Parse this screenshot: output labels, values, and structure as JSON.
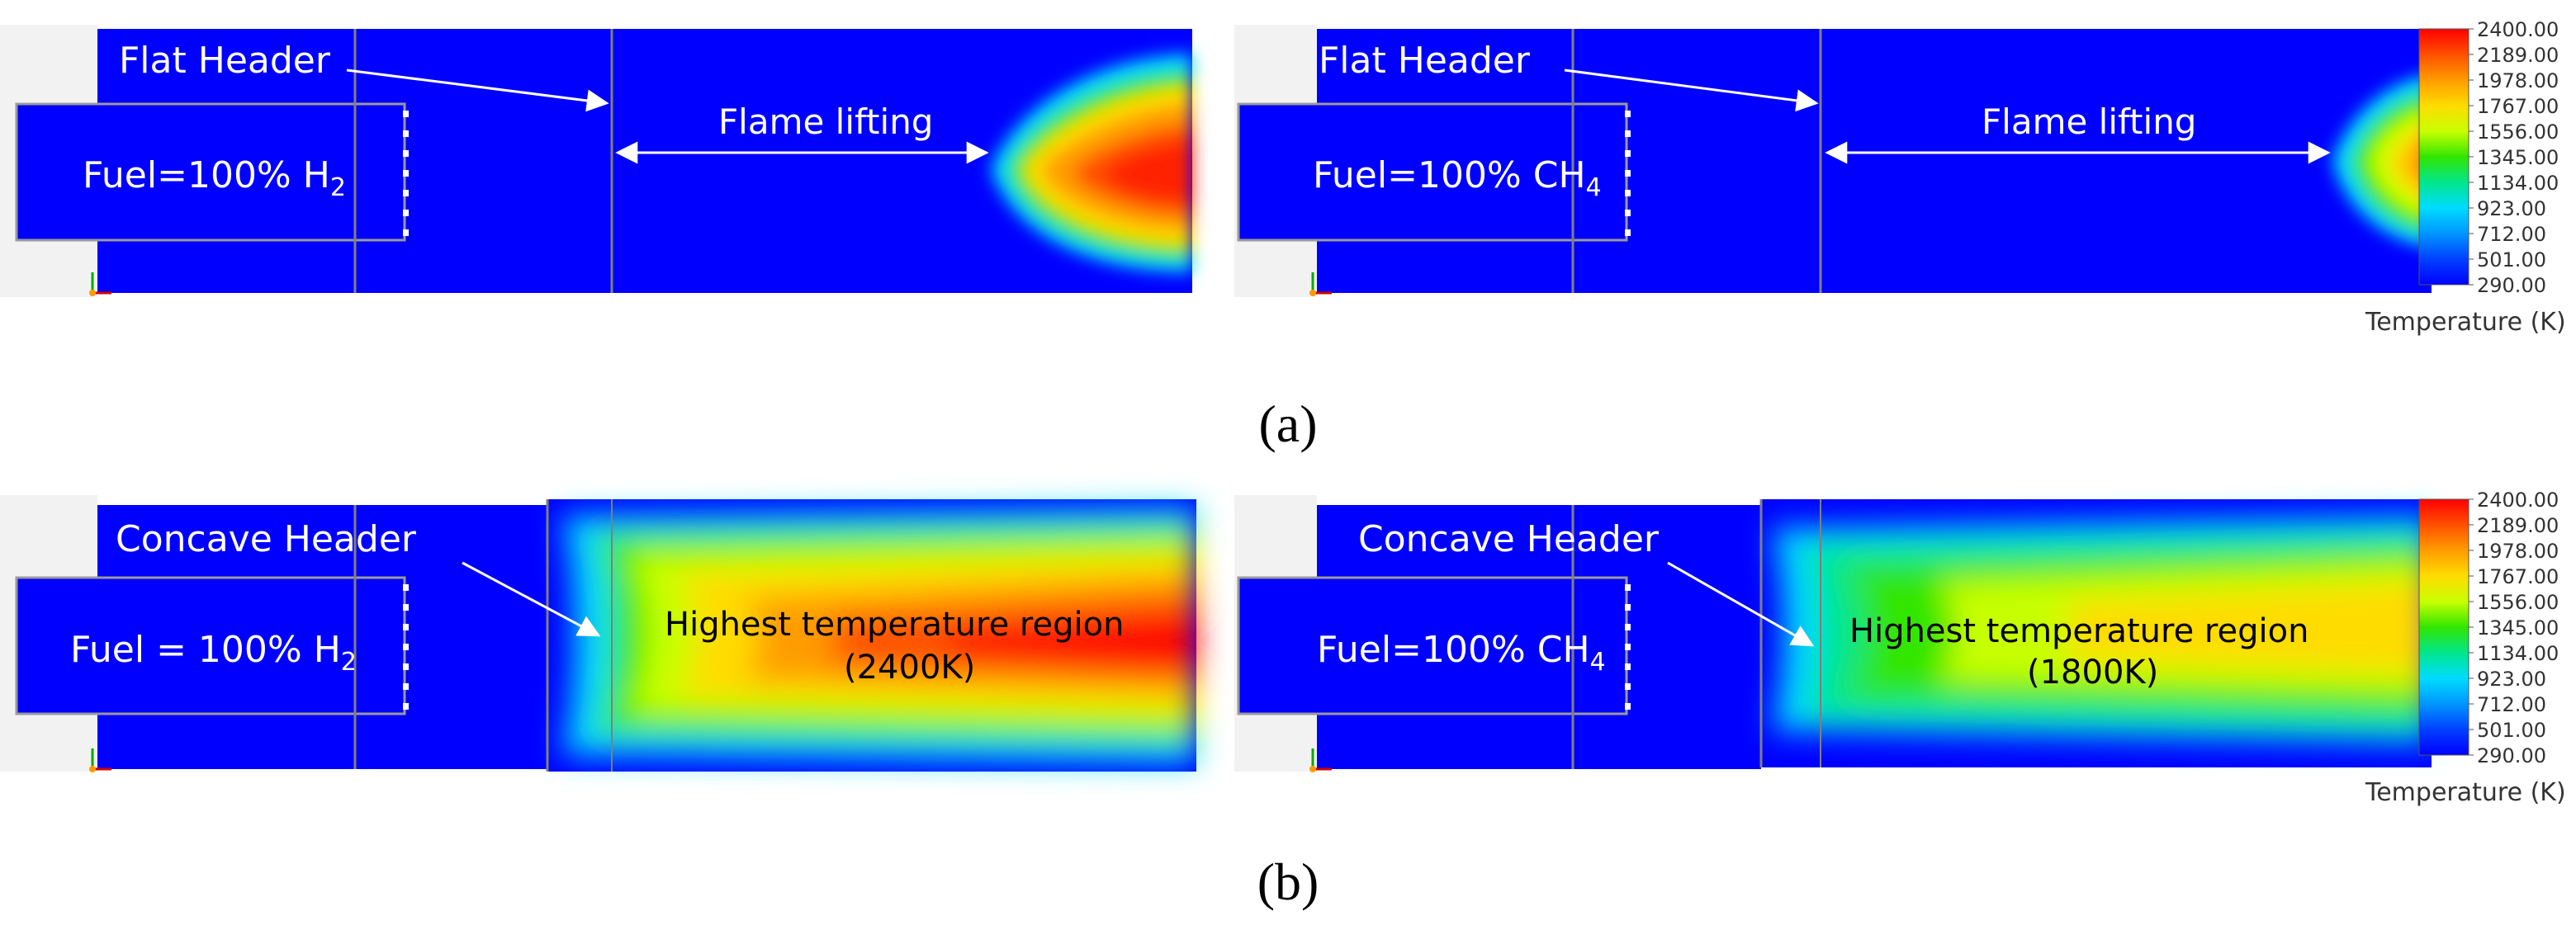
{
  "panels": [
    {
      "id": "a_h2",
      "header_label": "Flat Header",
      "fuel_prefix": "Fuel=100% ",
      "fuel_species": "H",
      "fuel_subscript": "2",
      "annotation": "Flame lifting",
      "annotation_line2": ""
    },
    {
      "id": "a_ch4",
      "header_label": "Flat Header",
      "fuel_prefix": "Fuel=100% ",
      "fuel_species": "CH",
      "fuel_subscript": "4",
      "annotation": "Flame lifting",
      "annotation_line2": ""
    },
    {
      "id": "b_h2",
      "header_label": "Concave Header",
      "fuel_prefix": "Fuel = 100% ",
      "fuel_species": "H",
      "fuel_subscript": "2",
      "annotation": "Highest temperature region",
      "annotation_line2": "(2400K)"
    },
    {
      "id": "b_ch4",
      "header_label": "Concave Header",
      "fuel_prefix": "Fuel=100% ",
      "fuel_species": "CH",
      "fuel_subscript": "4",
      "annotation": "Highest temperature region",
      "annotation_line2": "(1800K)"
    }
  ],
  "colorbar": {
    "ticks": [
      "2400.00",
      "2189.00",
      "1978.00",
      "1767.00",
      "1556.00",
      "1345.00",
      "1134.00",
      "923.00",
      "712.00",
      "501.00",
      "290.00"
    ],
    "title": "Temperature (K)",
    "colors": [
      "#ff0000",
      "#ff5000",
      "#ff9c00",
      "#ffdc00",
      "#c8ff00",
      "#32e600",
      "#00e68c",
      "#00dcff",
      "#0096ff",
      "#0040ff",
      "#0000ff"
    ]
  },
  "captions": {
    "a": "(a)",
    "b": "(b)"
  },
  "theme": {
    "domain_blue": "#0000ff",
    "wall_gray": "#9a9a9a",
    "grid_line": "#7f7f7f"
  }
}
